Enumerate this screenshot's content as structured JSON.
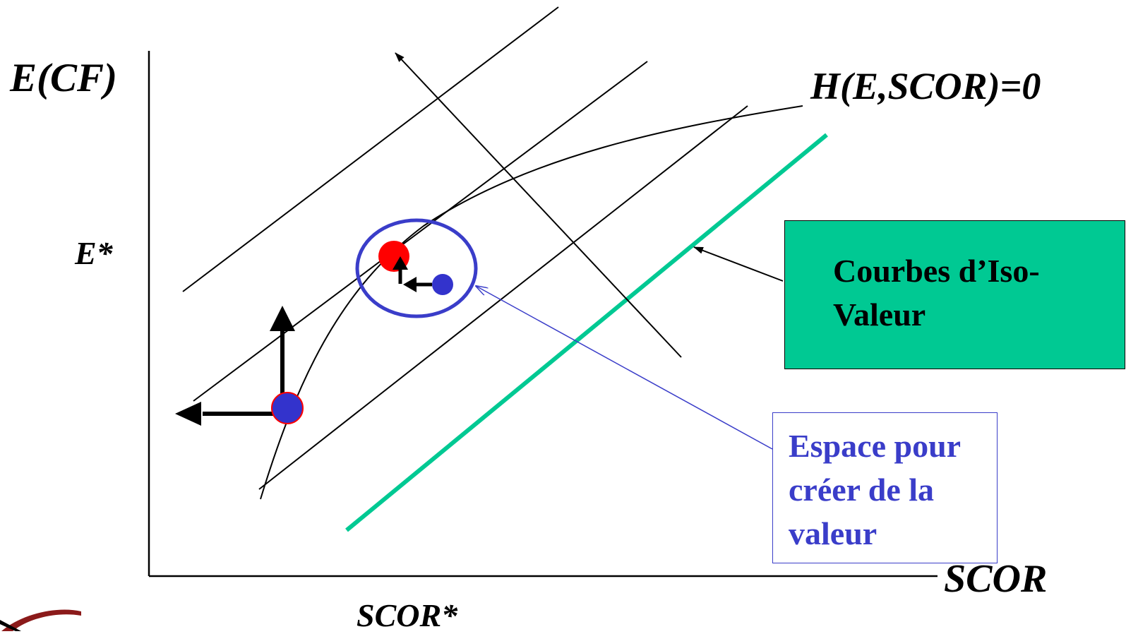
{
  "labels": {
    "y_axis": "E(CF)",
    "e_star": "E*",
    "x_axis": "SCOR",
    "scor_star": "SCOR*",
    "curve": "H(E,SCOR)=0"
  },
  "boxes": {
    "iso_value": "Courbes d’Iso-Valeur",
    "value_space": "Espace pour créer de la valeur"
  },
  "colors": {
    "green": "#00c993",
    "blue": "#3a3dc9",
    "red": "#ff0000",
    "point_blue": "#3333cc"
  }
}
